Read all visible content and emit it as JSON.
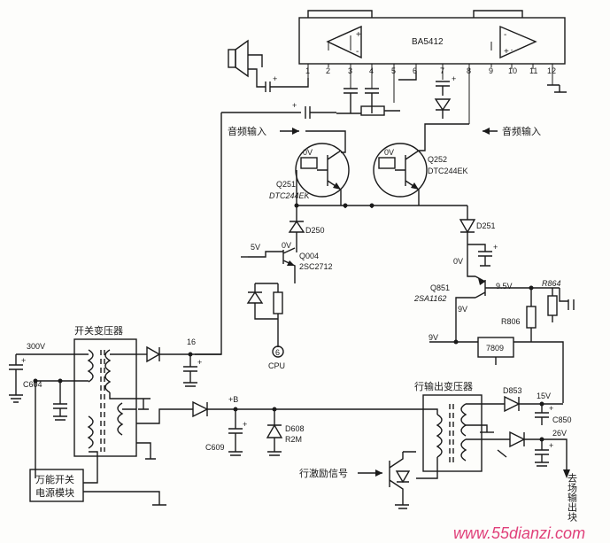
{
  "labels": {
    "ic_ba5412": "BA5412",
    "audio_in_left": "音频输入",
    "audio_in_right": "音频输入",
    "q251_name": "Q251",
    "q251_part": "DTC244EK",
    "q252_name": "Q252",
    "q252_part": "DTC244EK",
    "q251_base_v": "0V",
    "q252_base_v": "0V",
    "d250": "D250",
    "d251": "D251",
    "q004_base_v": "5V",
    "q004_collector_v": "0V",
    "q004_name": "Q004",
    "q004_part": "2SC2712",
    "cpu_pin": "6",
    "cpu": "CPU",
    "q851_collector_v": "0V",
    "q851_name": "Q851",
    "q851_part": "2SA1162",
    "q851_emitter_v": "9.5V",
    "q851_base_v": "9V",
    "r864": "R864",
    "r806": "R806",
    "v9_label": "9V",
    "reg7809": "7809",
    "v300": "300V",
    "c604": "C604",
    "switch_transformer": "开关变压器",
    "node16": "16",
    "node_b": "+B",
    "c609": "C609",
    "d608": "D608",
    "r2m": "R2M",
    "flyback_transformer": "行输出变压器",
    "d853": "D853",
    "v15": "15V",
    "c850": "C850",
    "v26": "26V",
    "h_drive": "行激励信号",
    "to_vertical": "去场输出块",
    "module_line1": "万能开关",
    "module_line2": "电源模块",
    "pin1": "1",
    "pin2": "2",
    "pin3": "3",
    "pin4": "4",
    "pin5": "5",
    "pin6": "6",
    "pin7": "7",
    "pin8": "8",
    "pin9": "9",
    "pin10": "10",
    "pin11": "11",
    "pin12": "12",
    "plus_left": "+",
    "minus_left": "-",
    "plus_right": "+",
    "minus_right": "-",
    "watermark": "www.55dianzi.com"
  },
  "colors": {
    "ink": "#1a1a1a",
    "paper": "#fdfdfb",
    "watermark": "#e0407a"
  }
}
